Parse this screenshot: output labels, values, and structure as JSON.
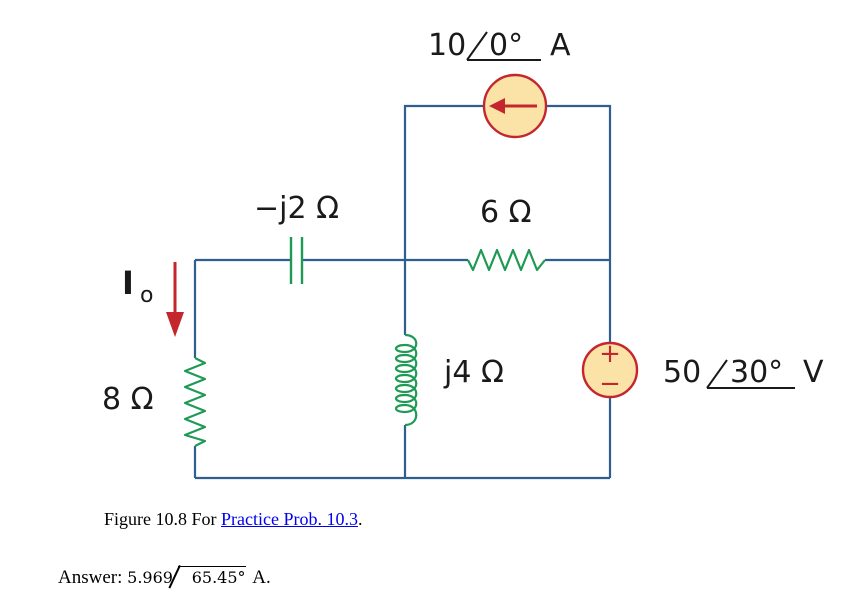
{
  "diagram": {
    "labels": {
      "current_source": "10∕0° A",
      "current_source_mag": "10",
      "current_source_angle": "0°",
      "current_source_unit": "A",
      "capacitor": "−j2 Ω",
      "resistor_6": "6 Ω",
      "inductor": "j4 Ω",
      "voltage_source_mag": "50",
      "voltage_source_angle": "30°",
      "voltage_source_unit": "V",
      "resistor_8": "8 Ω",
      "io_main": "I",
      "io_sub": "o",
      "plus": "+",
      "minus": "−"
    },
    "colors": {
      "wire": "#2e5f8f",
      "component": "#1f9a55",
      "arrow": "#c4262e",
      "source_fill": "#fbe3a7"
    }
  },
  "caption": {
    "prefix": "Figure 10.8 For ",
    "link": "Practice Prob. 10.3",
    "suffix": "."
  },
  "answer": {
    "prefix": "Answer: ",
    "magnitude": "5.969",
    "angle": "65.45°",
    "unit": " A."
  }
}
